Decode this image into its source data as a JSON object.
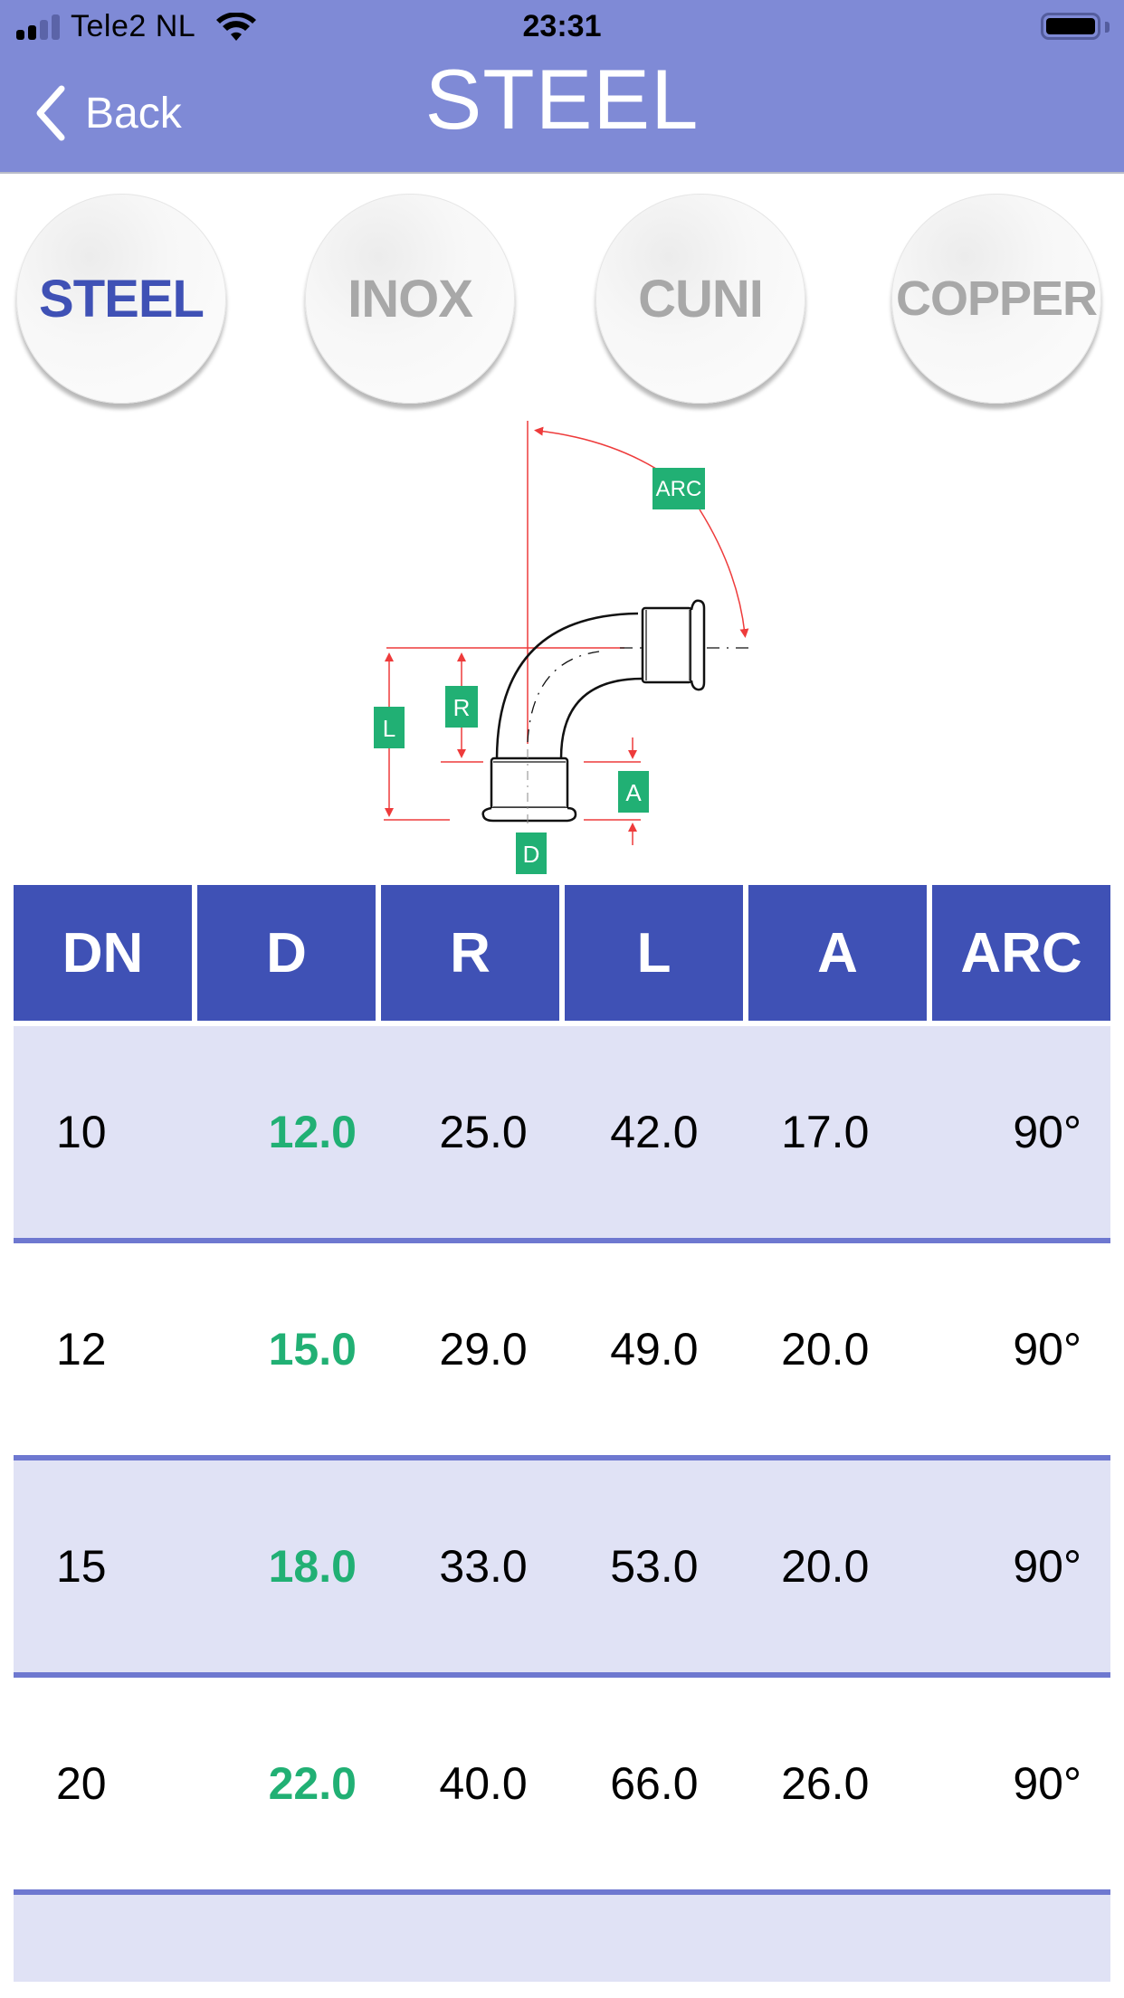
{
  "status_bar": {
    "carrier": "Tele2 NL",
    "time": "23:31",
    "signal_bars": 2,
    "signal_total": 4,
    "battery_percent": 100
  },
  "nav": {
    "back_label": "Back",
    "title": "STEEL",
    "bar_color": "#7f8ad6"
  },
  "materials": {
    "items": [
      {
        "label": "STEEL",
        "active": true
      },
      {
        "label": "INOX",
        "active": false
      },
      {
        "label": "CUNI",
        "active": false
      },
      {
        "label": "COPPER",
        "active": false
      }
    ],
    "active_color": "#3f51b5",
    "inactive_color": "#a8a8a8"
  },
  "diagram": {
    "labels": {
      "arc": "ARC",
      "r": "R",
      "l": "L",
      "a": "A",
      "d": "D"
    },
    "label_bg": "#21b074",
    "dimension_color": "#ee3b3b"
  },
  "table": {
    "headers": [
      "DN",
      "D",
      "R",
      "L",
      "A",
      "ARC"
    ],
    "header_color": "#3f51b5",
    "rows": [
      [
        "10",
        "12.0",
        "25.0",
        "42.0",
        "17.0",
        "90°"
      ],
      [
        "12",
        "15.0",
        "29.0",
        "49.0",
        "20.0",
        "90°"
      ],
      [
        "15",
        "18.0",
        "33.0",
        "53.0",
        "20.0",
        "90°"
      ],
      [
        "20",
        "22.0",
        "40.0",
        "66.0",
        "26.0",
        "90°"
      ]
    ],
    "highlight_color": "#21b074",
    "alt_row_color": "#e0e2f5",
    "separator_color": "#6e78d0"
  }
}
